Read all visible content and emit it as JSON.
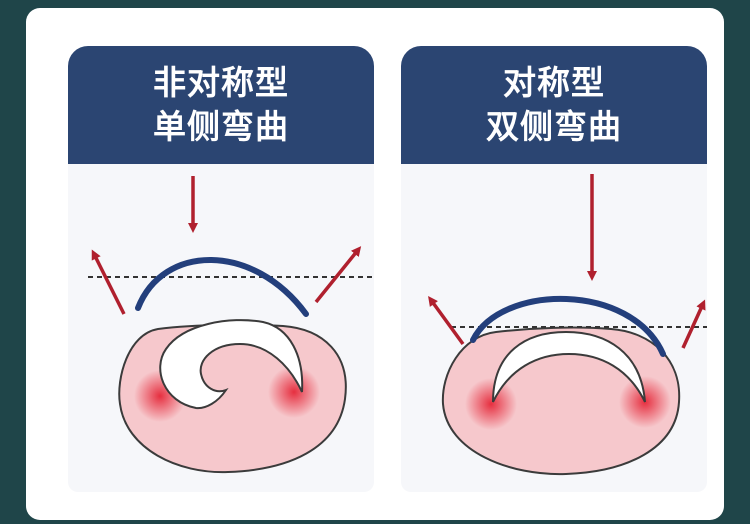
{
  "panels": [
    {
      "title_line1": "非对称型",
      "title_line2": "单侧弯曲"
    },
    {
      "title_line1": "对称型",
      "title_line2": "双侧弯曲"
    }
  ],
  "colors": {
    "header": "#2b4572",
    "arrow": "#b0202e",
    "arc": "#233f7c",
    "blob_fill": "#f6c8cc",
    "inflammation": "#e41e30"
  }
}
